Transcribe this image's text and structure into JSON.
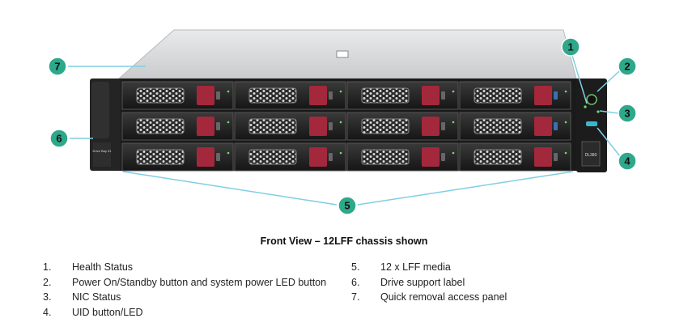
{
  "figure": {
    "callouts": [
      "1",
      "2",
      "3",
      "4",
      "5",
      "6",
      "7"
    ],
    "panel_text": {
      "drive_label": "Drive Bay 01",
      "model_badge": "DL380"
    },
    "colors": {
      "callout_fill": "#2ea88a",
      "leader_line": "#7fcfe3",
      "drive_latch": "#a3283c",
      "chassis_top": "#d7d9db",
      "bezel": "#1c1c1c",
      "uid_led": "#3bb7c9"
    }
  },
  "caption": "Front View – 12LFF chassis shown",
  "legend": {
    "left": [
      {
        "num": "1.",
        "text": "Health Status"
      },
      {
        "num": "2.",
        "text": "Power On/Standby button and system power LED button"
      },
      {
        "num": "3.",
        "text": "NIC Status"
      },
      {
        "num": "4.",
        "text": "UID button/LED"
      }
    ],
    "right": [
      {
        "num": "5.",
        "text": "12 x LFF media"
      },
      {
        "num": "6.",
        "text": "Drive support label"
      },
      {
        "num": "7.",
        "text": "Quick removal access panel"
      }
    ]
  }
}
